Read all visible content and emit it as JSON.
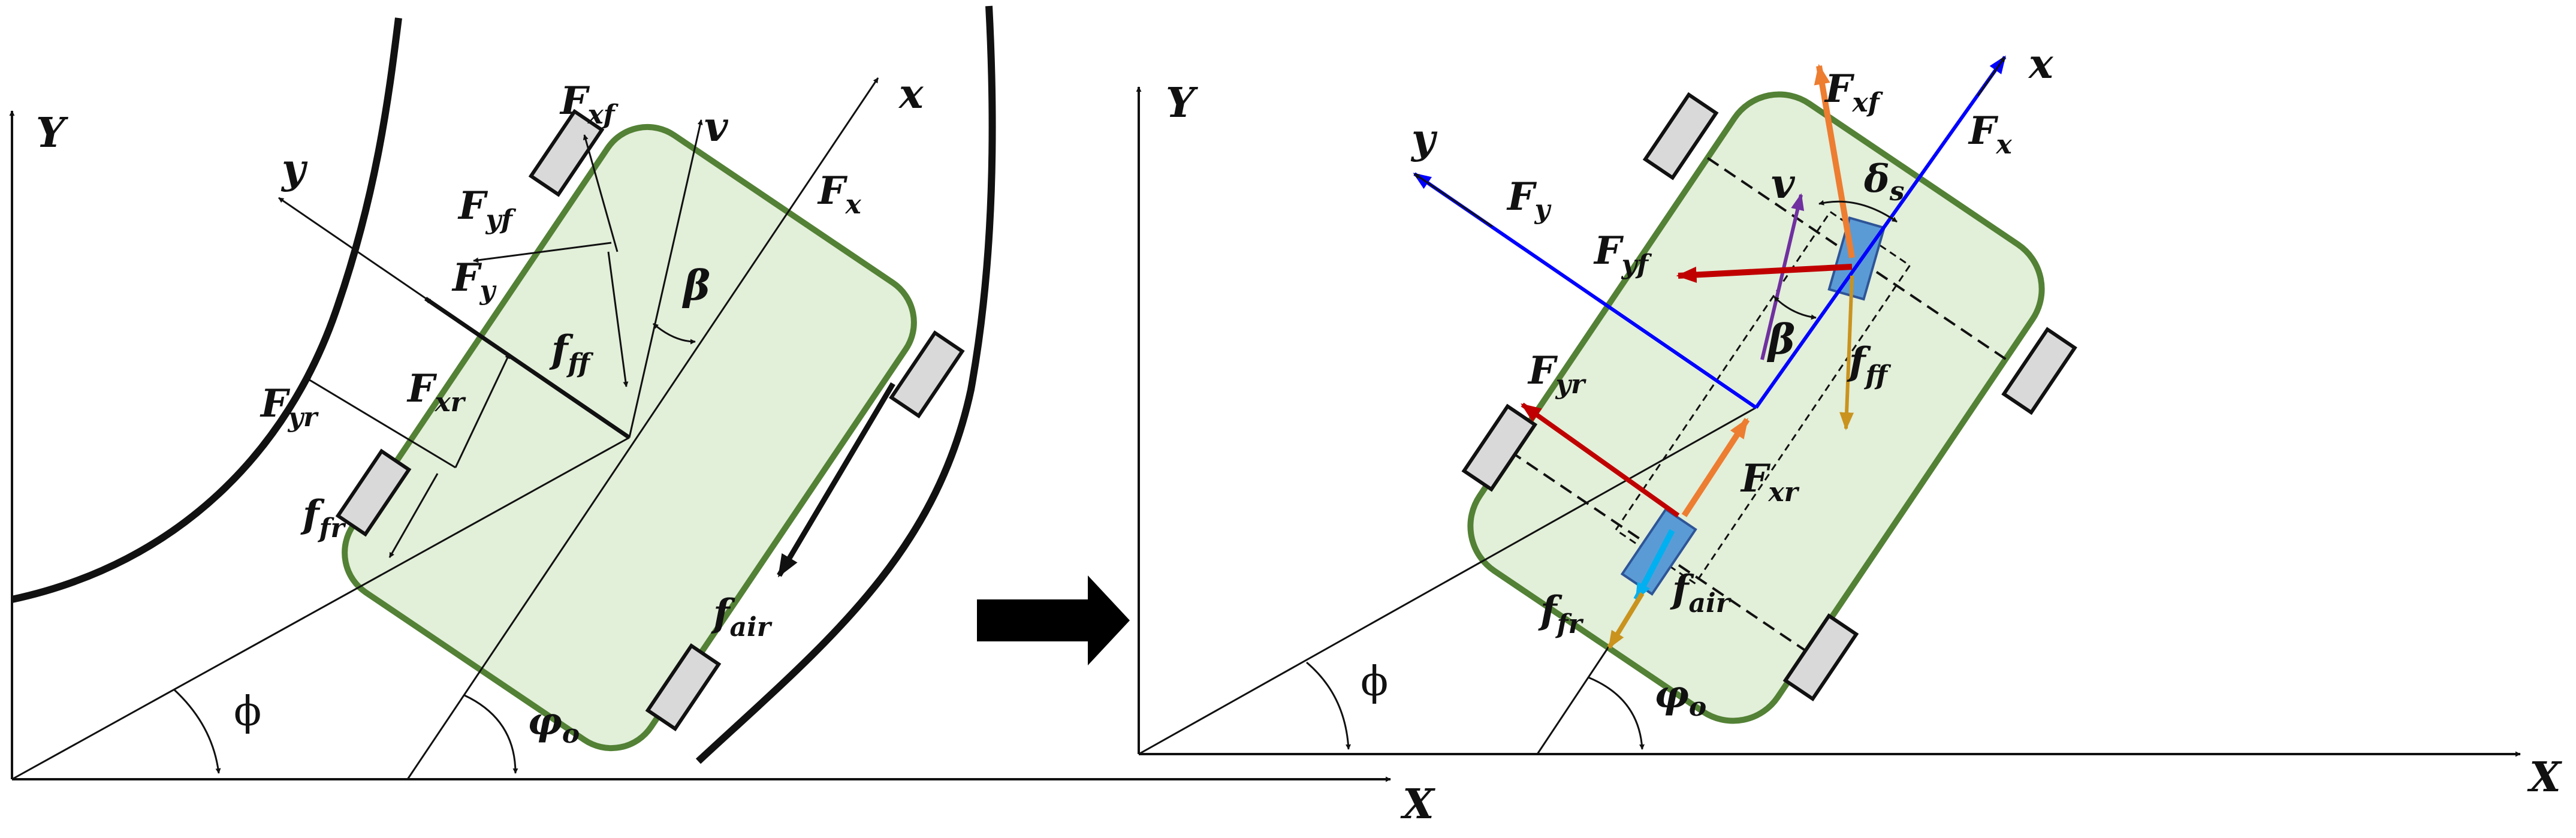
{
  "left": {
    "axes": {
      "X": "X",
      "Y": "Y"
    },
    "body_axes": {
      "x": "x",
      "y": "y"
    },
    "forces": {
      "Fx": {
        "main": "F",
        "sub": "x"
      },
      "Fy": {
        "main": "F",
        "sub": "y"
      },
      "Fxf": {
        "main": "F",
        "sub": "xf"
      },
      "Fyf": {
        "main": "F",
        "sub": "yf"
      },
      "fff": {
        "main": "f",
        "sub": "ff"
      },
      "Fxr": {
        "main": "F",
        "sub": "xr"
      },
      "Fyr": {
        "main": "F",
        "sub": "yr"
      },
      "ffr": {
        "main": "f",
        "sub": "fr"
      },
      "fair": {
        "main": "f",
        "sub": "air"
      }
    },
    "velocity": "v",
    "sideslip": "β",
    "phi": "ϕ",
    "phi_o": {
      "main": "φ",
      "sub": "o"
    }
  },
  "right": {
    "axes": {
      "X": "X",
      "Y": "Y"
    },
    "body_axes": {
      "x": "x",
      "y": "y"
    },
    "forces": {
      "Fx": {
        "main": "F",
        "sub": "x"
      },
      "Fy": {
        "main": "F",
        "sub": "y"
      },
      "Fxf": {
        "main": "F",
        "sub": "xf"
      },
      "Fyf": {
        "main": "F",
        "sub": "yf"
      },
      "fff": {
        "main": "f",
        "sub": "ff"
      },
      "Fxr": {
        "main": "F",
        "sub": "xr"
      },
      "Fyr": {
        "main": "F",
        "sub": "yr"
      },
      "ffr": {
        "main": "f",
        "sub": "fr"
      },
      "fair": {
        "main": "f",
        "sub": "air"
      }
    },
    "velocity": "v",
    "sideslip": "β",
    "steer": {
      "main": "δ",
      "sub": "s"
    },
    "phi": "ϕ",
    "phi_o": {
      "main": "φ",
      "sub": "o"
    }
  },
  "colors": {
    "body_fill": "#e2efd9",
    "body_stroke": "#538135",
    "wheel_fill": "#d9d9d9",
    "blue_force": "#0000ff",
    "red_force": "#c00000",
    "orange_force": "#ed7d31",
    "gold_force": "#c9931e",
    "cyan_force": "#00b0f0",
    "purple_velocity": "#7030a0",
    "tire_block": "#5b9bd5"
  }
}
